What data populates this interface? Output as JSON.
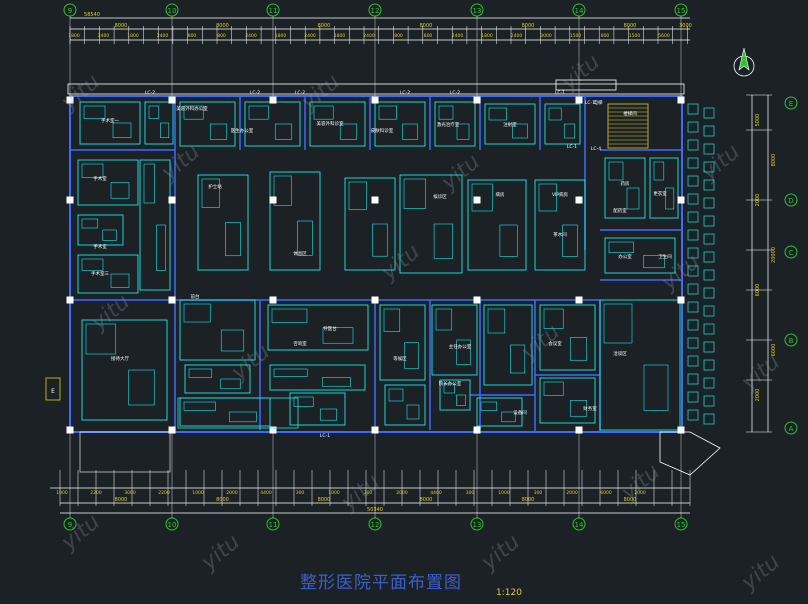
{
  "drawing": {
    "title": "整形医院平面布置图",
    "scale": "1:120",
    "watermark": "yitu",
    "colors": {
      "background": "#1c2126",
      "wall": "#3a6bff",
      "furniture": "#19e6e6",
      "dimension": "#d9d020",
      "white": "#ffffff",
      "grid_bubble": "#30c030",
      "title": "#3c5fd0"
    },
    "grid_columns": [
      "9",
      "10",
      "11",
      "12",
      "13",
      "14",
      "15"
    ],
    "grid_rows": [
      "A",
      "B",
      "C",
      "D",
      "E"
    ],
    "top_total": "58540",
    "top_bays": [
      "8000",
      "8000",
      "8000",
      "8000",
      "8000",
      "8000",
      "3000"
    ],
    "top_details": [
      "1800",
      "2400",
      "1800",
      "2400",
      "800",
      "800",
      "2400",
      "1800",
      "2400",
      "1800",
      "2400",
      "800",
      "800",
      "2400",
      "1800",
      "2400",
      "3000",
      "1500",
      "800",
      "1500",
      "5600"
    ],
    "bottom_total": "50340",
    "bottom_bays": [
      "8000",
      "8000",
      "8000",
      "8000",
      "8000",
      "8000"
    ],
    "bottom_details": [
      "1000",
      "2200",
      "3000",
      "2200",
      "1000",
      "2000",
      "4400",
      "300",
      "1000",
      "300",
      "2000",
      "4400",
      "300",
      "1000",
      "300",
      "2000",
      "6000",
      "2000"
    ],
    "right_bays": [
      "5000",
      "2000",
      "6000",
      "2000"
    ],
    "right_total_vertical": [
      "20000",
      "8000",
      "6000"
    ],
    "room_labels": [
      "LC-2",
      "LC-2",
      "LC-2",
      "LC-2",
      "LC-2",
      "LC-1",
      "LC-1",
      "LC-1",
      "LC-4",
      "LC-1",
      "手术室",
      "手术室",
      "手术室三",
      "手术室一",
      "护士站",
      "医生办公室",
      "美容外科办公室",
      "美容外科诊室",
      "皮肤科诊室",
      "激光治疗室",
      "注射室",
      "休息区",
      "候诊区",
      "咨询室",
      "导医台",
      "接待大厅",
      "主任办公室",
      "院长办公室",
      "会议室",
      "财务室",
      "药房",
      "配药室",
      "更衣室",
      "办公室",
      "卫生间",
      "楼梯间",
      "电梯",
      "等候区",
      "病房",
      "VIP病房",
      "茶水间",
      "设备间",
      "洽谈区",
      "前台"
    ]
  }
}
